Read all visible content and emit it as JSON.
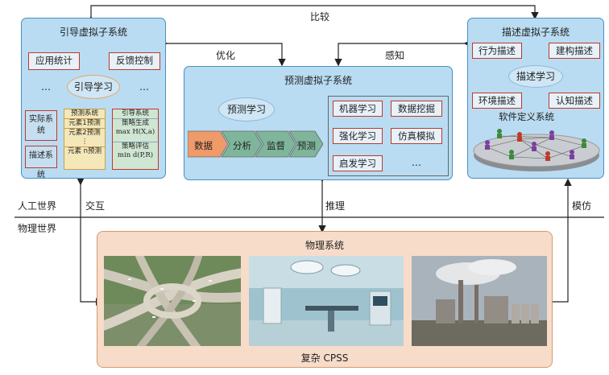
{
  "top_label": "比较",
  "arrow_optimize": "优化",
  "arrow_perceive": "感知",
  "guide": {
    "title": "引导虚拟子系统",
    "stat": "应用统计",
    "feedback": "反馈控制",
    "learning": "引导学习",
    "dots_left": "…",
    "dots_right": "…",
    "actual_system": "实际系统",
    "desc_system": "描述系统",
    "pred_system_title": "预测系统",
    "elem1": "元素1预测",
    "elem2": "元素2预测",
    "elem_dots": "⋮",
    "elemn": "元素 n预测",
    "guide_system_title": "引导系统",
    "strategy_gen": "策略生成",
    "strategy_gen_formula": "max H(X,a)",
    "strategy_eval": "策略评估",
    "strategy_eval_formula": "min d(P,R)"
  },
  "predict": {
    "title": "预测虚拟子系统",
    "learning": "预测学习",
    "steps": [
      "数据",
      "分析",
      "监督",
      "预测"
    ],
    "methods": [
      "机器学习",
      "数据挖掘",
      "强化学习",
      "仿真模拟",
      "启发学习",
      "…"
    ]
  },
  "describe": {
    "title": "描述虚拟子系统",
    "behavior": "行为描述",
    "construct": "建构描述",
    "learning": "描述学习",
    "environment": "环境描述",
    "cognition": "认知描述",
    "software_system": "软件定义系统"
  },
  "world": {
    "artificial": "人工世界",
    "physical": "物理世界",
    "interact": "交互",
    "reasoning": "推理",
    "imitate": "模仿"
  },
  "physical_system": {
    "title": "物理系统",
    "footer": "复杂 CPSS",
    "images": [
      "highway-interchange-photo",
      "operating-room-photo",
      "industrial-plant-photo"
    ]
  },
  "colors": {
    "panel_fill": "#b9dcf2",
    "panel_border": "#4a8fc2",
    "red_border": "#c0392b",
    "phys_fill": "#f7dcc9",
    "step_first": "#f09a6a",
    "step_rest": "#7fb59a"
  }
}
